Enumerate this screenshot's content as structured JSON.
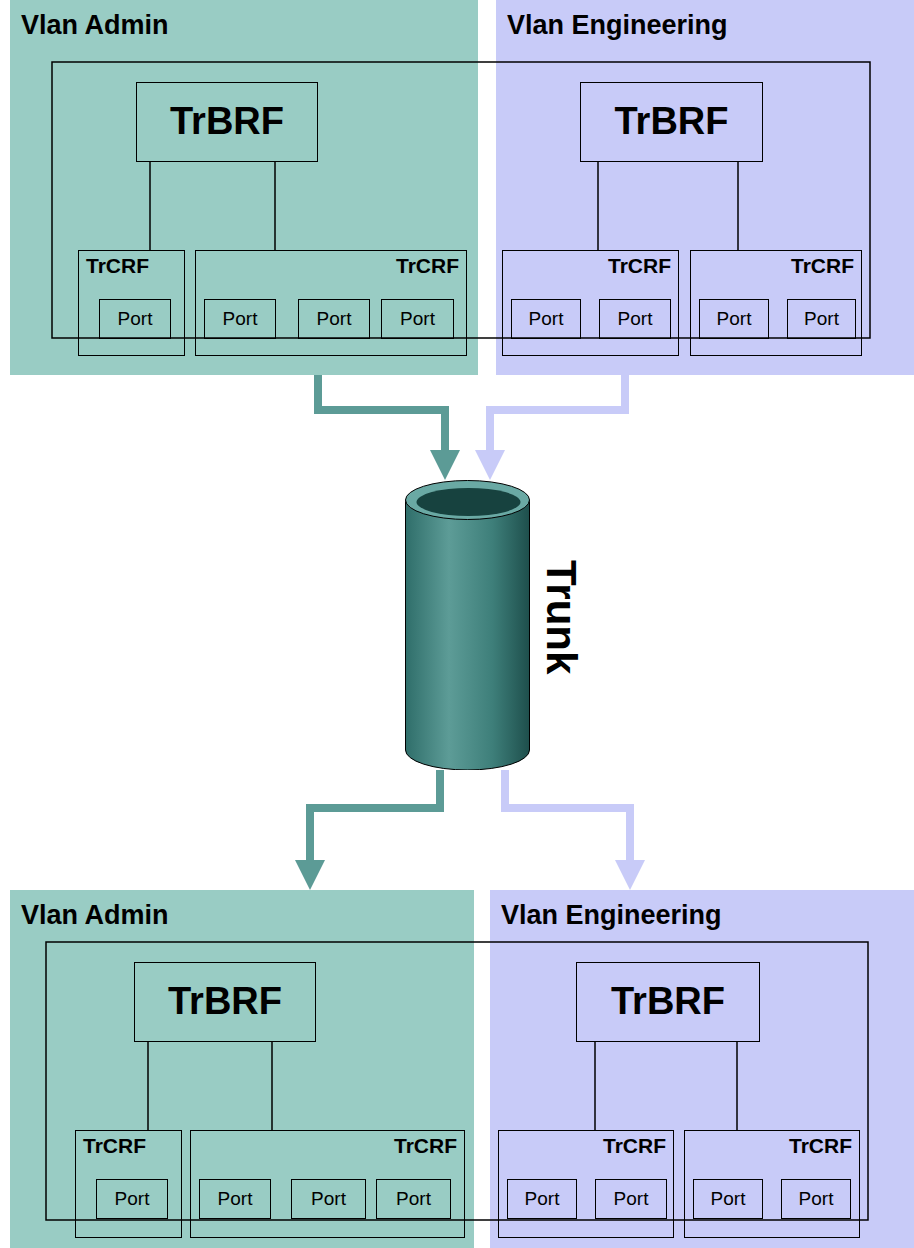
{
  "diagram": {
    "nodes": [
      {
        "text": [
          "Vlan Admin"
        ]
      },
      {
        "text": [
          "TrBRF"
        ],
        "in": 0
      },
      {
        "text": [
          "TrCRF"
        ],
        "in": 0
      },
      {
        "text": [
          "Port"
        ],
        "in": 2
      },
      {
        "text": [
          "TrCRF"
        ],
        "in": 0
      },
      {
        "text": [
          "Port"
        ],
        "in": 4
      },
      {
        "text": [
          "Port"
        ],
        "in": 4
      },
      {
        "text": [
          "Port"
        ],
        "in": 4
      },
      {
        "text": [
          "Vlan Engineering"
        ]
      },
      {
        "text": [
          "TrBRF"
        ],
        "in": 8
      },
      {
        "text": [
          "TrCRF"
        ],
        "in": 8
      },
      {
        "text": [
          "Port"
        ],
        "in": 10
      },
      {
        "text": [
          "Port"
        ],
        "in": 10
      },
      {
        "text": [
          "TrCRF"
        ],
        "in": 8
      },
      {
        "text": [
          "Port"
        ],
        "in": 13
      },
      {
        "text": [
          "Port"
        ],
        "in": 13
      },
      {
        "text": [
          "Trunk"
        ]
      },
      {
        "text": [
          "Vlan Admin"
        ]
      },
      {
        "text": [
          "TrBRF"
        ],
        "in": 17
      },
      {
        "text": [
          "TrCRF"
        ],
        "in": 17
      },
      {
        "text": [
          "Port"
        ],
        "in": 19
      },
      {
        "text": [
          "TrCRF"
        ],
        "in": 17
      },
      {
        "text": [
          "Port"
        ],
        "in": 21
      },
      {
        "text": [
          "Port"
        ],
        "in": 21
      },
      {
        "text": [
          "Port"
        ],
        "in": 21
      },
      {
        "text": [
          "Vlan Engineering"
        ]
      },
      {
        "text": [
          "TrBRF"
        ],
        "in": 25
      },
      {
        "text": [
          "TrCRF"
        ],
        "in": 25
      },
      {
        "text": [
          "Port"
        ],
        "in": 27
      },
      {
        "text": [
          "Port"
        ],
        "in": 27
      },
      {
        "text": [
          "TrCRF"
        ],
        "in": 25
      },
      {
        "text": [
          "Port"
        ],
        "in": 30
      },
      {
        "text": [
          "Port"
        ],
        "in": 30
      }
    ],
    "edges": [
      {
        "from": 1,
        "to": 2,
        "arrow": "none"
      },
      {
        "from": 1,
        "to": 4,
        "arrow": "none"
      },
      {
        "from": 9,
        "to": 10,
        "arrow": "none"
      },
      {
        "from": 9,
        "to": 13,
        "arrow": "none"
      },
      {
        "from": 0,
        "to": 16,
        "arrow": "to"
      },
      {
        "from": 8,
        "to": 16,
        "arrow": "to"
      },
      {
        "from": 16,
        "to": 17,
        "arrow": "to"
      },
      {
        "from": 16,
        "to": 25,
        "arrow": "to"
      },
      {
        "from": 18,
        "to": 19,
        "arrow": "none"
      },
      {
        "from": 18,
        "to": 21,
        "arrow": "none"
      },
      {
        "from": 26,
        "to": 27,
        "arrow": "none"
      },
      {
        "from": 26,
        "to": 30,
        "arrow": "none"
      }
    ]
  }
}
